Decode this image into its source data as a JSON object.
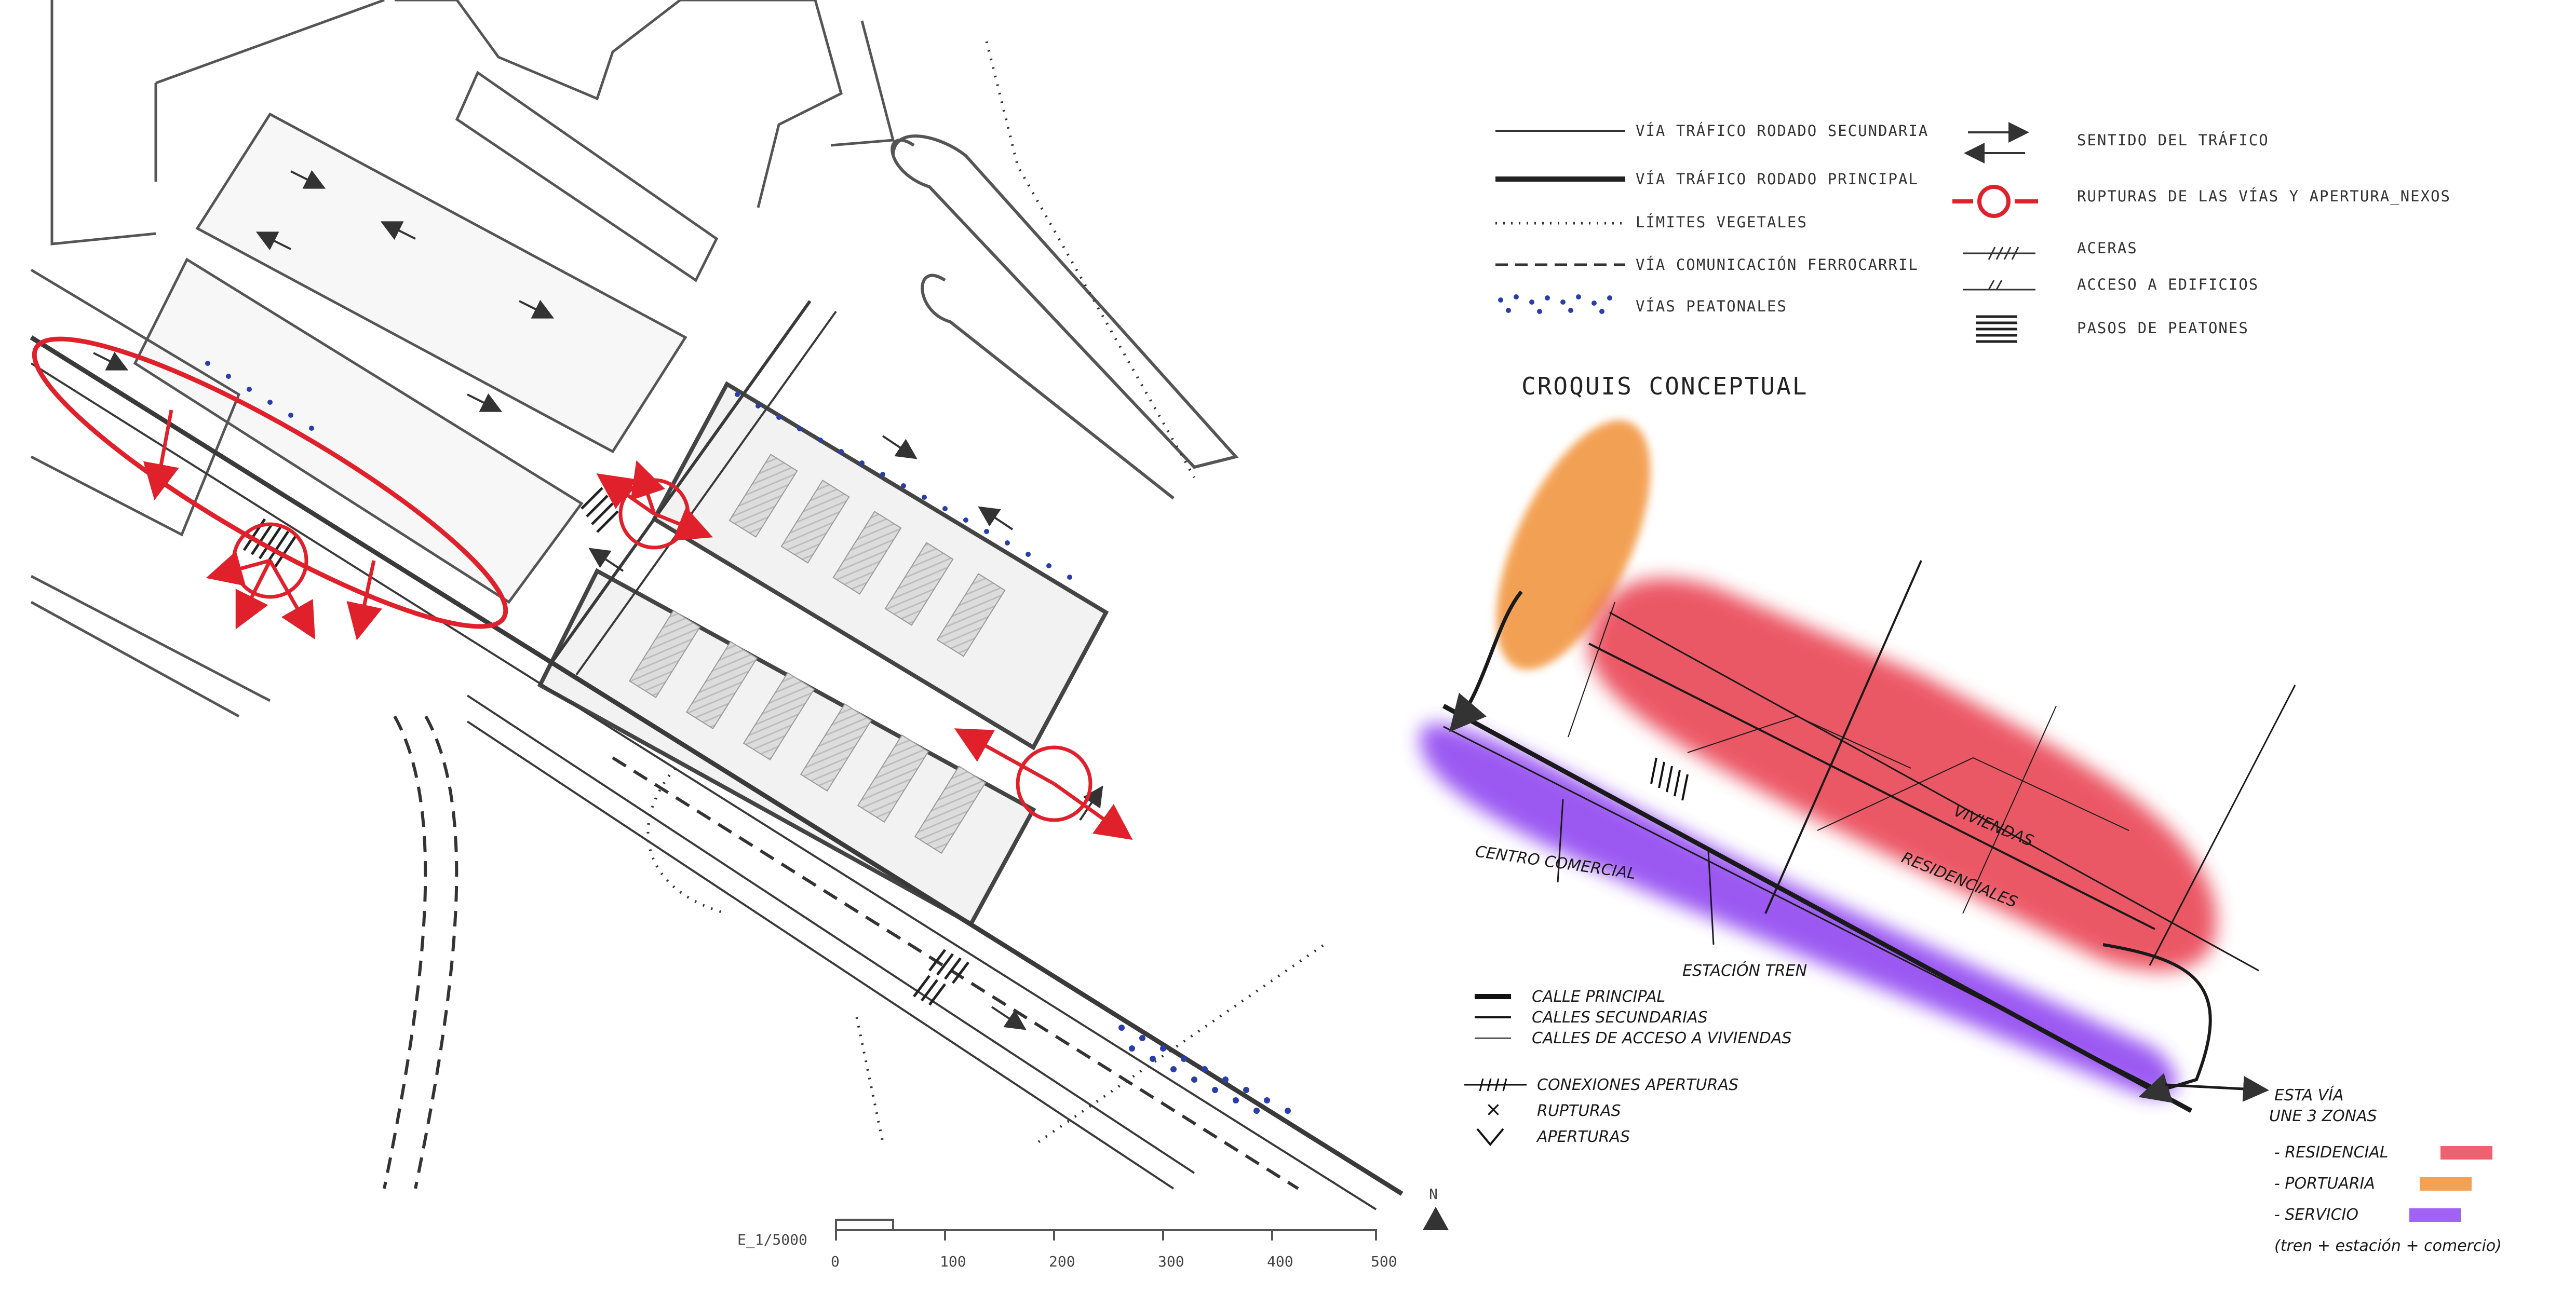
{
  "legend_left": [
    {
      "label": "VÍA TRÁFICO RODADO SECUNDARIA",
      "symbol": "thin-line"
    },
    {
      "label": "VÍA TRÁFICO RODADO PRINCIPAL",
      "symbol": "thick-line"
    },
    {
      "label": "LÍMITES VEGETALES",
      "symbol": "dotted-line"
    },
    {
      "label": "VÍA COMUNICACIÓN FERROCARRIL",
      "symbol": "dashed-line"
    },
    {
      "label": "VÍAS PEATONALES",
      "symbol": "blue-dots"
    }
  ],
  "legend_right": [
    {
      "label": "SENTIDO DEL TRÁFICO",
      "symbol": "double-arrow"
    },
    {
      "label": "RUPTURAS DE LAS VÍAS Y APERTURA_NEXOS",
      "symbol": "red-circle-arrows"
    },
    {
      "label": "ACERAS",
      "symbol": "hatched-line"
    },
    {
      "label": "ACCESO A EDIFICIOS",
      "symbol": "ticked-line"
    },
    {
      "label": "PASOS DE PEATONES",
      "symbol": "crosswalk"
    }
  ],
  "croquis": {
    "title": "CROQUIS CONCEPTUAL",
    "labels": {
      "centro_comercial": "CENTRO COMERCIAL",
      "estacion_tren": "ESTACIÓN TREN",
      "viviendas": "VIVIENDAS",
      "residenciales": "RESIDENCIALES"
    },
    "legend": [
      {
        "label": "CALLE PRINCIPAL"
      },
      {
        "label": "CALLES SECUNDARIAS"
      },
      {
        "label": "CALLES DE ACCESO A VIVIENDAS"
      },
      {
        "label": "CONEXIONES APERTURAS"
      },
      {
        "label": "RUPTURAS"
      },
      {
        "label": "APERTURAS"
      }
    ],
    "note": {
      "line1": "ESTA VÍA",
      "line2": "UNE 3 ZONAS",
      "zone1": "- RESIDENCIAL",
      "zone2": "- PORTUARIA",
      "zone3": "- SERVICIO",
      "zone3_detail": "(tren + estación + comercio)"
    },
    "colors": {
      "residencial": "#e83a4c",
      "portuaria": "#f08a2a",
      "servicio": "#8a3cf0"
    }
  },
  "scale": {
    "label": "E_1/5000",
    "ticks": [
      "0",
      "100",
      "200",
      "300",
      "400",
      "500"
    ],
    "north": "N"
  }
}
